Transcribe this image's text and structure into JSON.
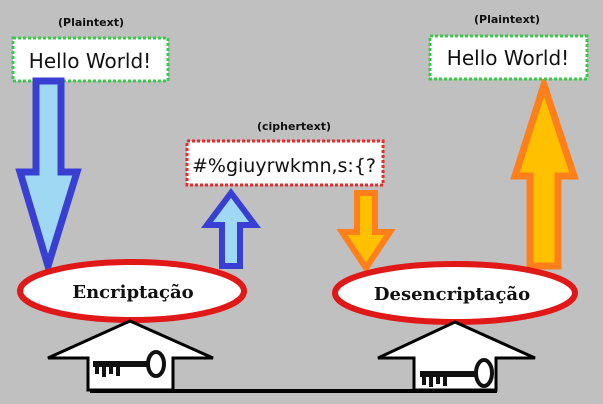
{
  "plaintext_left": {
    "caption": "(Plaintext)",
    "text": "Hello World!"
  },
  "ciphertext": {
    "caption": "(ciphertext)",
    "text": "#%giuyrwkmn,s:{?"
  },
  "plaintext_right": {
    "caption": "(Plaintext)",
    "text": "Hello World!"
  },
  "encrypt_label": "Encriptação",
  "decrypt_label": "Desencriptação",
  "colors": {
    "background": "#c0c0c0",
    "plaintext_border": "#3cc84a",
    "ciphertext_border": "#e82a2a",
    "ellipse_border": "#e01818",
    "blue_arrow_fill": "#9fd8f2",
    "blue_arrow_stroke": "#3a3fd4",
    "orange_arrow_fill": "#ffc000",
    "orange_arrow_stroke": "#ff7f1a"
  },
  "icons": [
    "key-icon",
    "key-icon"
  ]
}
